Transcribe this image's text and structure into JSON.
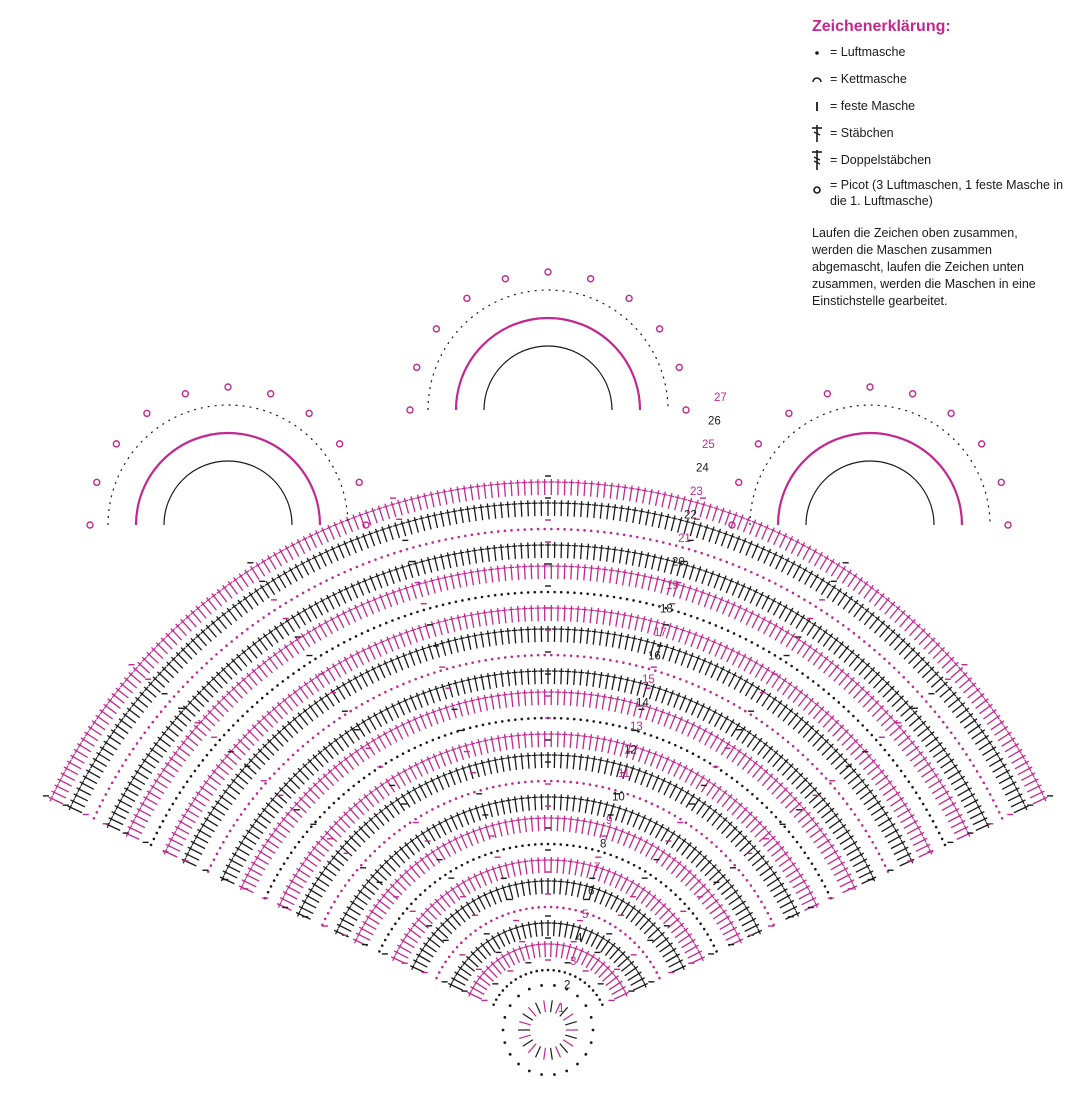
{
  "legend": {
    "title": "Zeichenerklärung:",
    "items": [
      {
        "icon": "chain-stitch-icon",
        "label": "= Luftmasche"
      },
      {
        "icon": "slip-stitch-icon",
        "label": "= Kettmasche"
      },
      {
        "icon": "single-crochet-icon",
        "label": "= feste Masche"
      },
      {
        "icon": "double-crochet-icon",
        "label": "= Stäbchen"
      },
      {
        "icon": "treble-crochet-icon",
        "label": "= Doppelstäbchen"
      },
      {
        "icon": "picot-icon",
        "label": "= Picot (3 Luftmaschen, 1 feste Masche in die 1. Luftmasche)"
      }
    ],
    "note": "Laufen die Zeichen oben zusammen, werden die Maschen zusammen abgemascht, laufen die Zeichen unten zusammen, werden die Maschen in eine Einstichstelle gearbeitet."
  },
  "colors": {
    "magenta": "#c2288f",
    "black": "#1a1a1a",
    "title": "#c2288f"
  },
  "rows": [
    "1",
    "2",
    "3",
    "4",
    "5",
    "6",
    "7",
    "8",
    "9",
    "10",
    "11",
    "12",
    "13",
    "14",
    "15",
    "16",
    "17",
    "18",
    "19",
    "20",
    "21",
    "22",
    "23",
    "24",
    "25",
    "26",
    "27"
  ]
}
